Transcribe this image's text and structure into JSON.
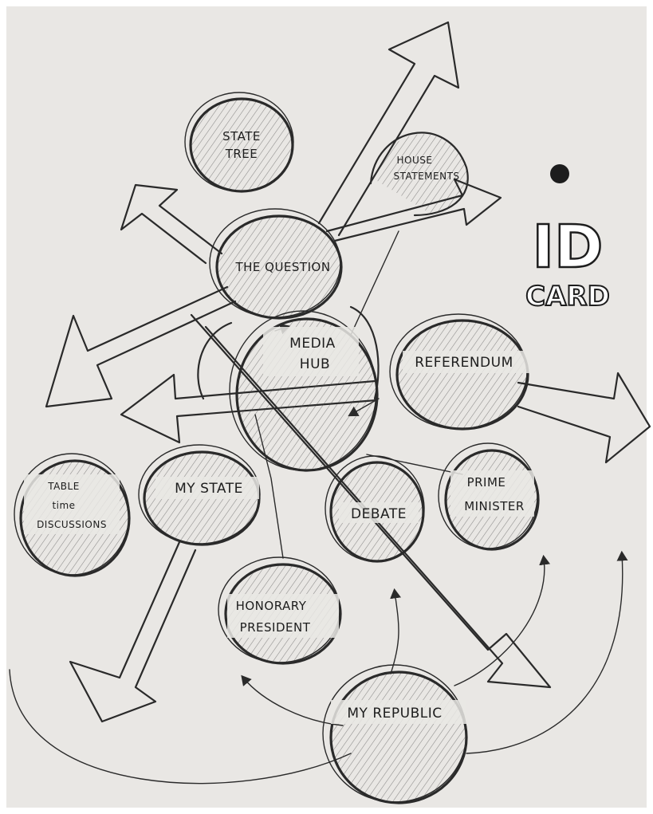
{
  "nodes": {
    "state_tree": [
      "STATE",
      "TREE"
    ],
    "house_statements": [
      "HOUSE",
      "STATEMENTS"
    ],
    "the_question": "THE QUESTION",
    "media_hub": [
      "MEDIA",
      "HUB"
    ],
    "referendum": "REFERENDUM",
    "table_time_discussions": [
      "TABLE",
      "time",
      "DISCUSSIONS"
    ],
    "my_state": "MY STATE",
    "debate": "DEBATE",
    "prime_minister": [
      "PRIME",
      "MINISTER"
    ],
    "honorary_president": [
      "HONORARY",
      "PRESIDENT"
    ],
    "my_republic": "MY REPUBLIC"
  },
  "logo": {
    "id": "ID",
    "card": "CARD"
  },
  "colors": {
    "ink": "#2a2a2a",
    "paper": "#e9e7e4"
  }
}
